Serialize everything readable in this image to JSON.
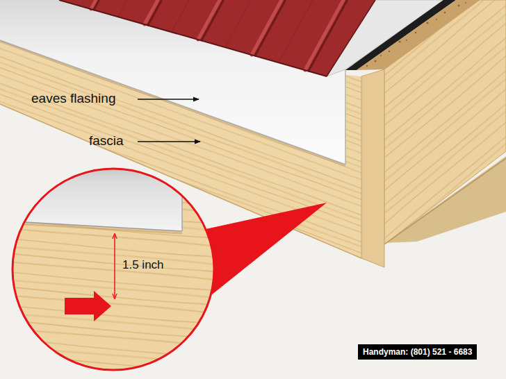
{
  "diagram": {
    "labels": [
      "eaves flashing",
      "fascia",
      "1.5 inch",
      "Handyman: (801) 521 - 6683"
    ]
  }
}
